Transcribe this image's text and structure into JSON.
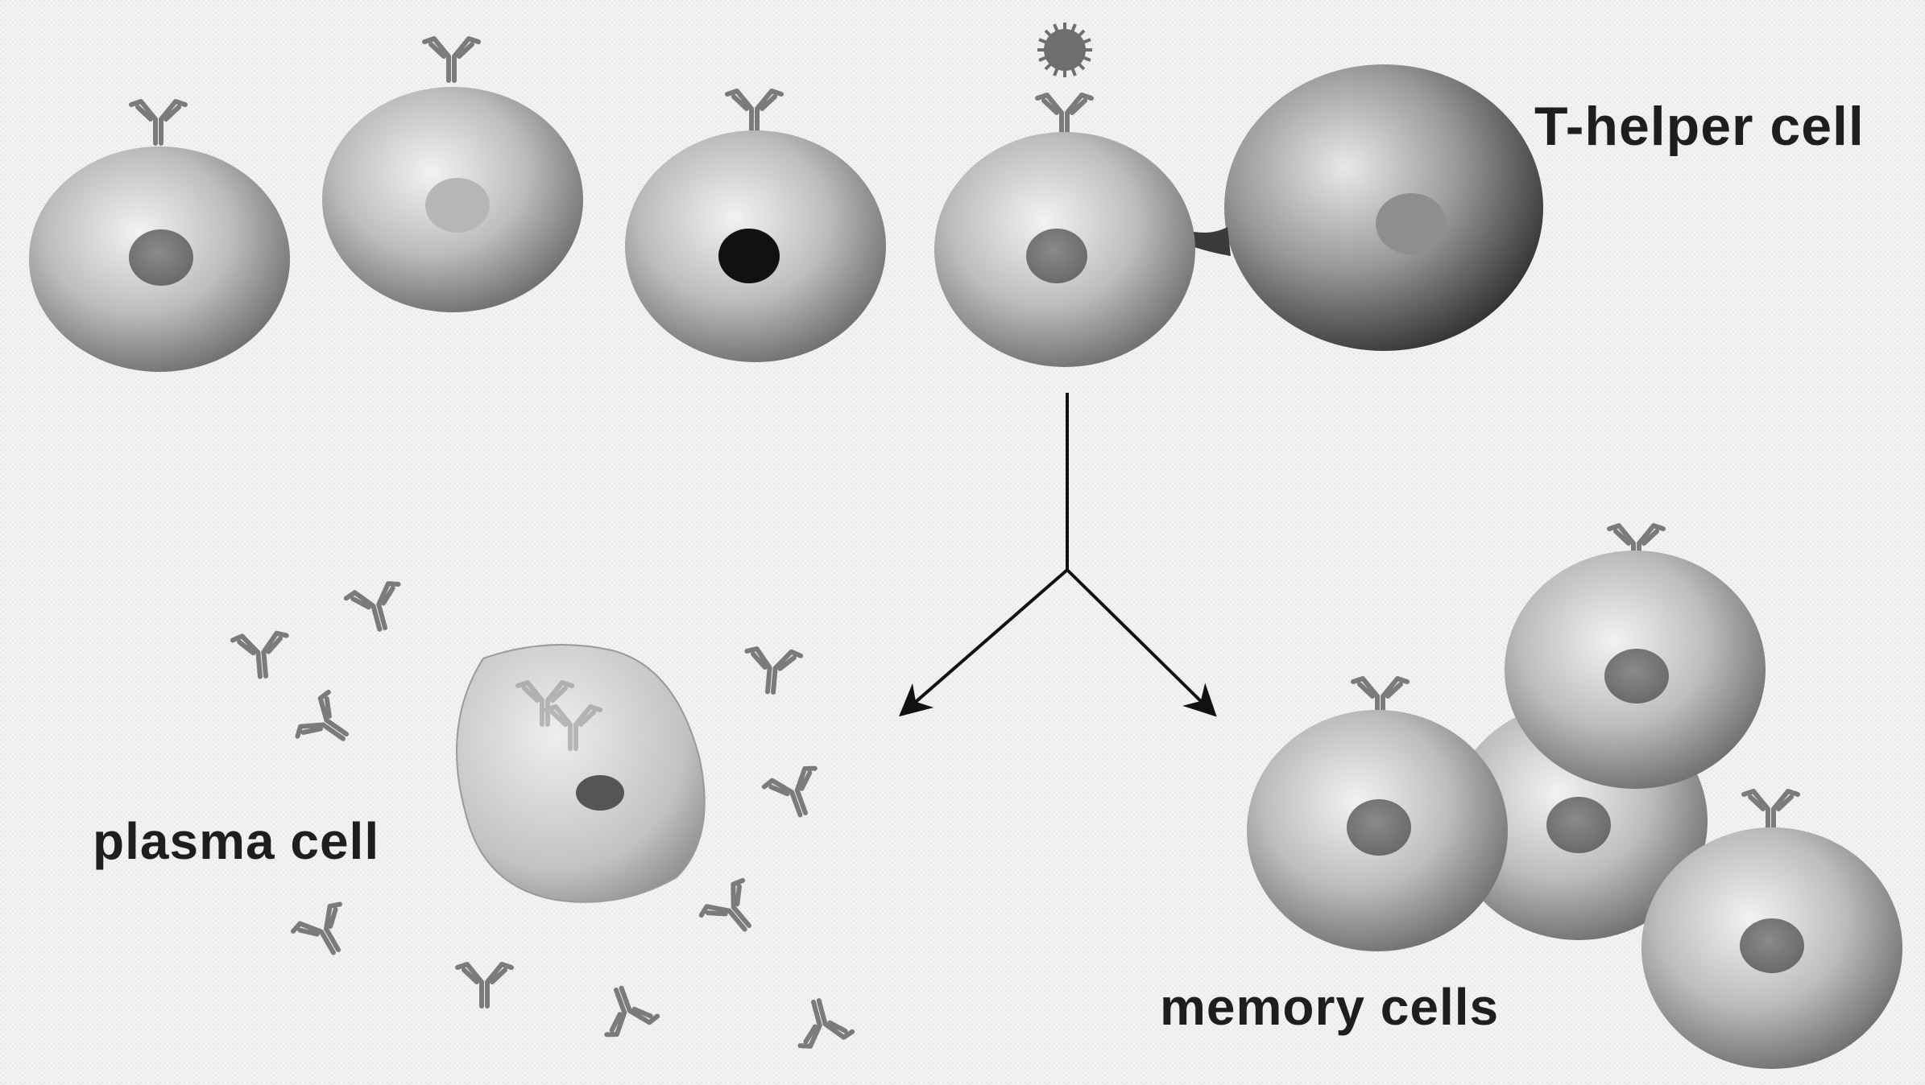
{
  "labels": {
    "t_helper": "T-helper cell",
    "plasma": "plasma cell",
    "memory": "memory cells"
  },
  "colors": {
    "background": "#f2f2f2",
    "cell_light": "#e6e6e6",
    "cell_dark": "#6f6f6f",
    "t_helper_dark": "#2f2f2f",
    "nucleus": "#7a7a7a",
    "nucleus_active": "#111111",
    "antibody": "#7b7b7b",
    "arrow": "#111111",
    "label_text": "#1e1e1e"
  },
  "icons": {
    "antibody": "y-shaped-antibody-icon",
    "antigen": "spiky-antigen-icon"
  }
}
